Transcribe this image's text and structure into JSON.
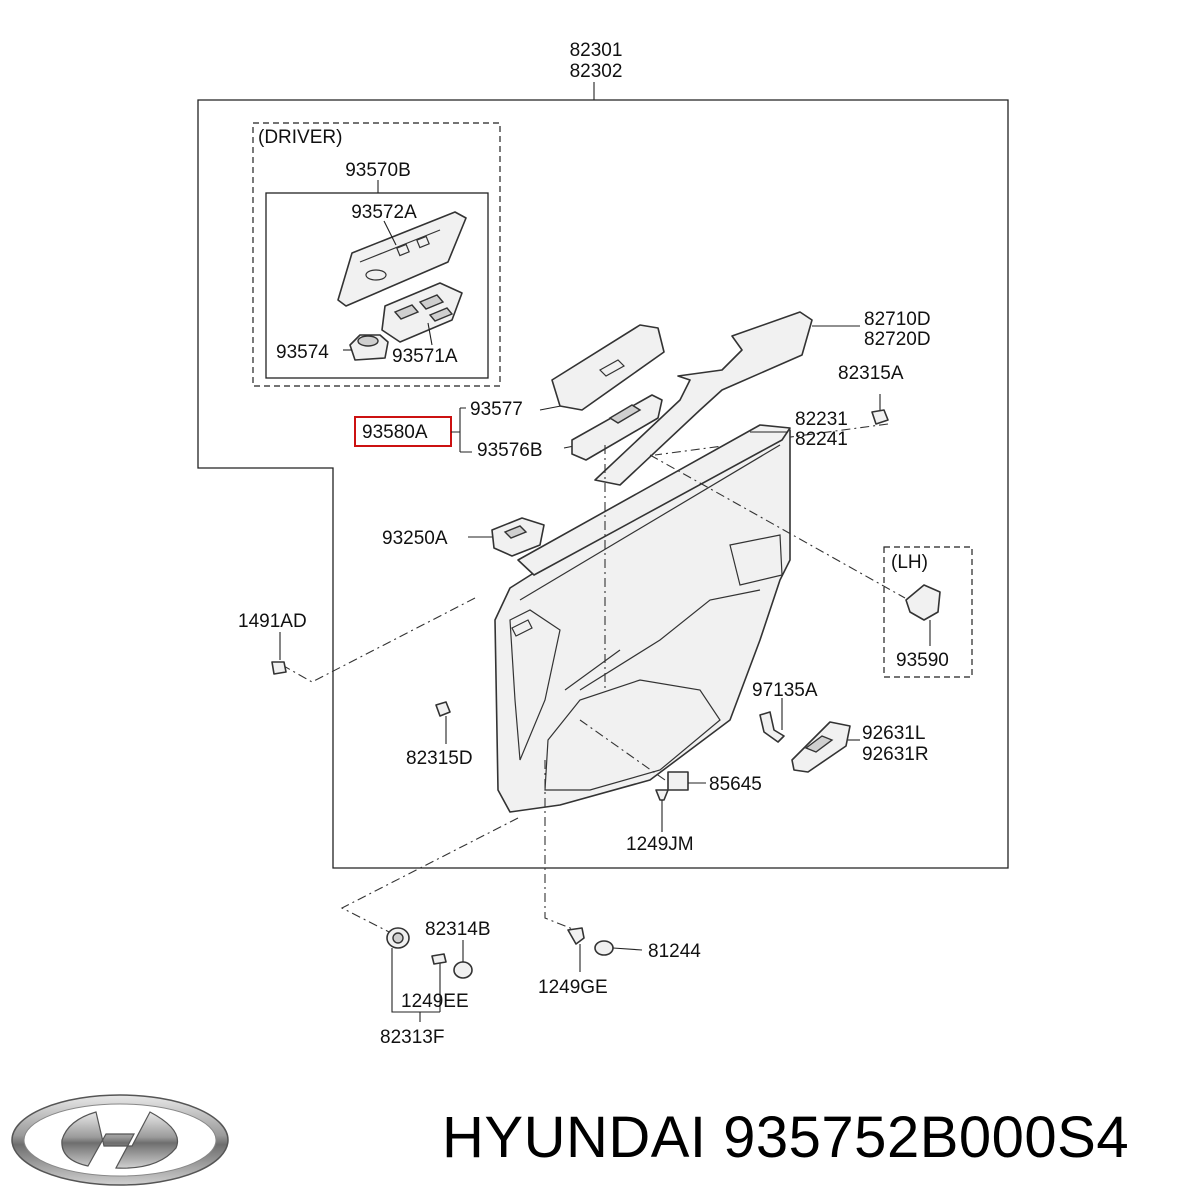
{
  "diagram": {
    "labels": {
      "assembly_1": "82301",
      "assembly_2": "82302",
      "driver_group": "(DRIVER)",
      "switch_assy": "93570B",
      "switch_cover": "93572A",
      "switch_knob": "93574",
      "switch_unit": "93571A",
      "highlighted_part": "93580A",
      "switch_577": "93577",
      "switch_576b": "93576B",
      "armrest_1": "82710D",
      "armrest_2": "82720D",
      "clip_82315a": "82315A",
      "panel_1": "82231",
      "panel_2": "82241",
      "switch_93250a": "93250A",
      "lh_group": "(LH)",
      "switch_93590": "93590",
      "fastener_1491ad": "1491AD",
      "clip_82315d": "82315D",
      "bracket_97135a": "97135A",
      "handle_1": "92631L",
      "handle_2": "92631R",
      "reflector_85645": "85645",
      "screw_1249jm": "1249JM",
      "cap_82314b": "82314B",
      "screw_1249ge": "1249GE",
      "cap_81244": "81244",
      "screw_1249ee": "1249EE",
      "cap_82313f": "82313F"
    },
    "highlight_color": "#cc1111"
  },
  "footer": {
    "brand": "HYUNDAI",
    "part_number": "935752B000S4",
    "logo_icon": "hyundai-logo-icon"
  }
}
